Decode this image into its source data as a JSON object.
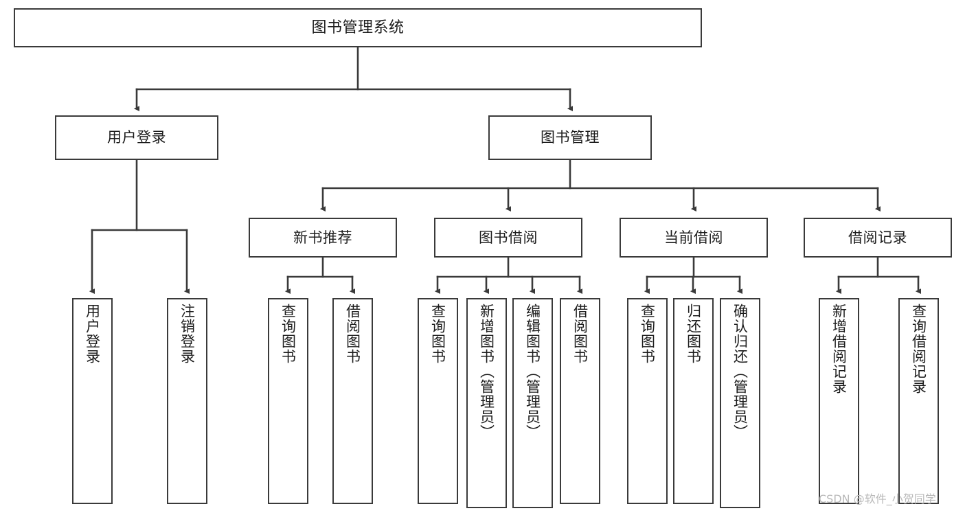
{
  "diagram": {
    "type": "tree-hierarchy",
    "title": "图书管理系统",
    "orientation": "top-down",
    "colors": {
      "box_border": "#3a3a3a",
      "box_fill": "#ffffff",
      "edge": "#3a3a3a",
      "text": "#1c1c1c",
      "watermark": "#b9b9b9"
    },
    "root": {
      "label": "图书管理系统"
    },
    "level1": [
      {
        "id": "user-login",
        "label": "用户登录"
      },
      {
        "id": "book-manage",
        "label": "图书管理"
      }
    ],
    "level2": [
      {
        "id": "new-book-rec",
        "label": "新书推荐",
        "parent": "book-manage"
      },
      {
        "id": "book-borrow",
        "label": "图书借阅",
        "parent": "book-manage"
      },
      {
        "id": "current-borrow",
        "label": "当前借阅",
        "parent": "book-manage"
      },
      {
        "id": "borrow-record",
        "label": "借阅记录",
        "parent": "book-manage"
      }
    ],
    "leaves": [
      {
        "id": "leaf-user-login",
        "label": "用户登录",
        "parent": "user-login"
      },
      {
        "id": "leaf-logout",
        "label": "注销登录",
        "parent": "user-login"
      },
      {
        "id": "leaf-query-book-1",
        "label": "查询图书",
        "parent": "new-book-rec"
      },
      {
        "id": "leaf-borrow-book-1",
        "label": "借阅图书",
        "parent": "new-book-rec"
      },
      {
        "id": "leaf-query-book-2",
        "label": "查询图书",
        "parent": "book-borrow"
      },
      {
        "id": "leaf-add-book",
        "label": "新增图书（管理员）",
        "parent": "book-borrow"
      },
      {
        "id": "leaf-edit-book",
        "label": "编辑图书（管理员）",
        "parent": "book-borrow"
      },
      {
        "id": "leaf-borrow-book-2",
        "label": "借阅图书",
        "parent": "book-borrow"
      },
      {
        "id": "leaf-query-book-3",
        "label": "查询图书",
        "parent": "current-borrow"
      },
      {
        "id": "leaf-return-book",
        "label": "归还图书",
        "parent": "current-borrow"
      },
      {
        "id": "leaf-confirm-return",
        "label": "确认归还（管理员）",
        "parent": "current-borrow"
      },
      {
        "id": "leaf-add-record",
        "label": "新增借阅记录",
        "parent": "borrow-record"
      },
      {
        "id": "leaf-query-record",
        "label": "查询借阅记录",
        "parent": "borrow-record"
      }
    ],
    "watermark": "CSDN @软件_小贺同学"
  }
}
